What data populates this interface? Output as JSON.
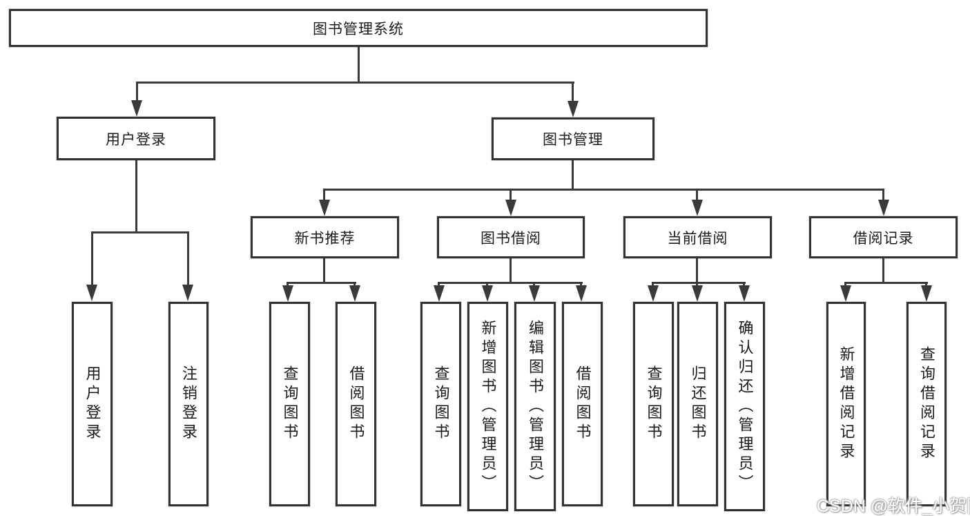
{
  "nodes": {
    "root": {
      "label": "图书管理系统"
    },
    "user_login": {
      "label": "用户登录"
    },
    "book_mgmt": {
      "label": "图书管理"
    },
    "new_book_rec": {
      "label": "新书推荐"
    },
    "book_borrow": {
      "label": "图书借阅"
    },
    "current_borrow": {
      "label": "当前借阅"
    },
    "borrow_record": {
      "label": "借阅记录"
    },
    "leaf_user_login": {
      "label": "用户登录"
    },
    "leaf_logout": {
      "label": "注销登录"
    },
    "nb_query_book": {
      "label": "查询图书"
    },
    "nb_borrow_book": {
      "label": "借阅图书"
    },
    "bb_query_book": {
      "label": "查询图书"
    },
    "bb_add_book": {
      "label": "新增图书（管理员）"
    },
    "bb_edit_book": {
      "label": "编辑图书（管理员）"
    },
    "bb_borrow_book": {
      "label": "借阅图书"
    },
    "cb_query_book": {
      "label": "查询图书"
    },
    "cb_return_book": {
      "label": "归还图书"
    },
    "cb_confirm_return": {
      "label": "确认归还（管理员）"
    },
    "br_add_record": {
      "label": "新增借阅记录"
    },
    "br_query_record": {
      "label": "查询借阅记录"
    }
  },
  "hierarchy": {
    "root": [
      "user_login",
      "book_mgmt"
    ],
    "user_login": [
      "leaf_user_login",
      "leaf_logout"
    ],
    "book_mgmt": [
      "new_book_rec",
      "book_borrow",
      "current_borrow",
      "borrow_record"
    ],
    "new_book_rec": [
      "nb_query_book",
      "nb_borrow_book"
    ],
    "book_borrow": [
      "bb_query_book",
      "bb_add_book",
      "bb_edit_book",
      "bb_borrow_book"
    ],
    "current_borrow": [
      "cb_query_book",
      "cb_return_book",
      "cb_confirm_return"
    ],
    "borrow_record": [
      "br_add_record",
      "br_query_record"
    ]
  },
  "colors": {
    "line": "#3a3a3a",
    "box_border": "#333333",
    "box_fill": "#ffffff",
    "text": "#1a1a1a",
    "watermark_text": "#ffffff"
  },
  "watermark": {
    "text": "CSDN @软件_小贺同学"
  }
}
